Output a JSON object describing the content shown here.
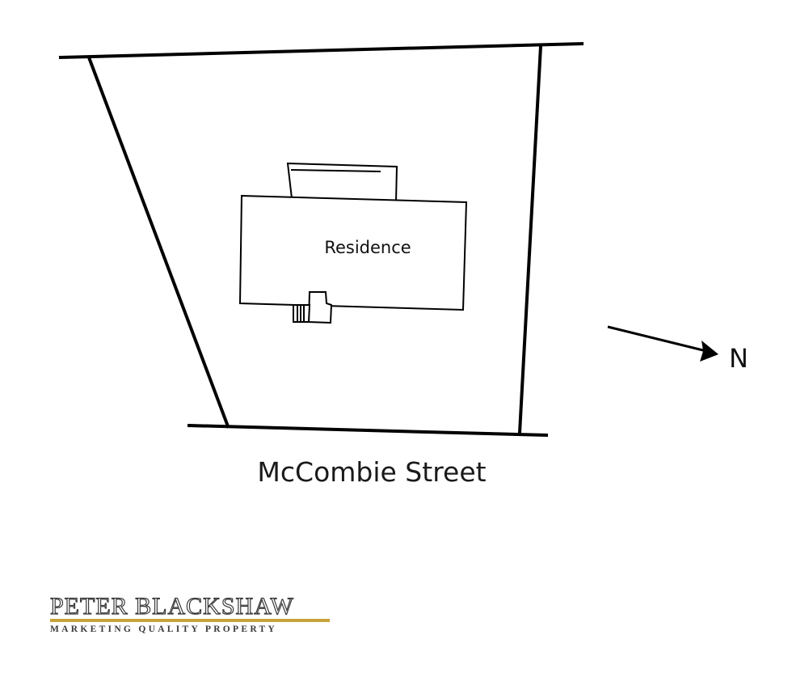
{
  "labels": {
    "building": "Residence",
    "street": "McCombie Street",
    "north": "N"
  },
  "logo": {
    "name": "PETER BLACKSHAW",
    "tagline": "MARKETING QUALITY PROPERTY"
  },
  "colors": {
    "line": "#000000",
    "logo_text": "#3a3a3a",
    "logo_rule": "#c9a33a"
  }
}
